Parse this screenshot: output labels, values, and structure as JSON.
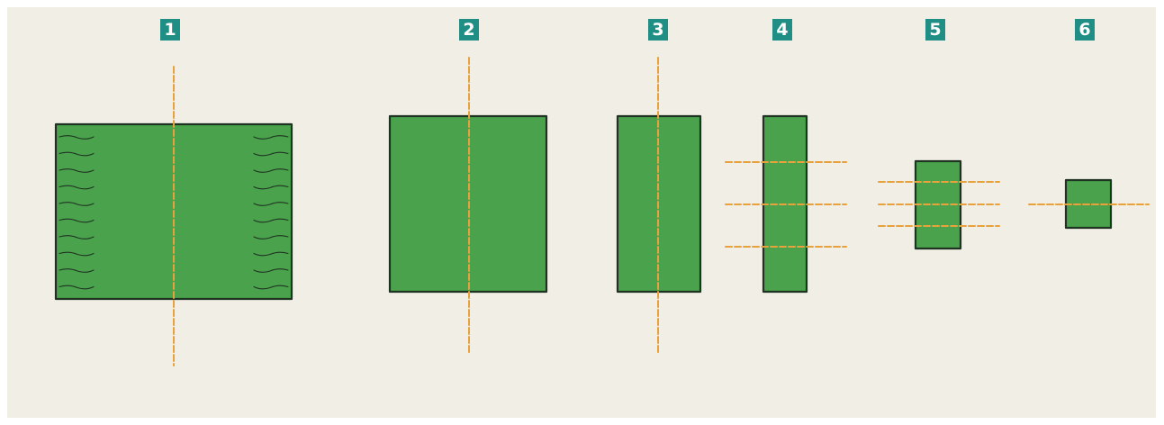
{
  "steps": [
    {
      "number": "1"
    },
    {
      "number": "2"
    },
    {
      "number": "3"
    },
    {
      "number": "4"
    },
    {
      "number": "5"
    },
    {
      "number": "6"
    }
  ],
  "colors": {
    "background": "#f1eee5",
    "badge": "#1f8f86",
    "badge_text": "#ffffff",
    "sheet_fill": "#4aa34c",
    "sheet_outline": "#1f3323",
    "fold_line": "#e9a13b"
  }
}
